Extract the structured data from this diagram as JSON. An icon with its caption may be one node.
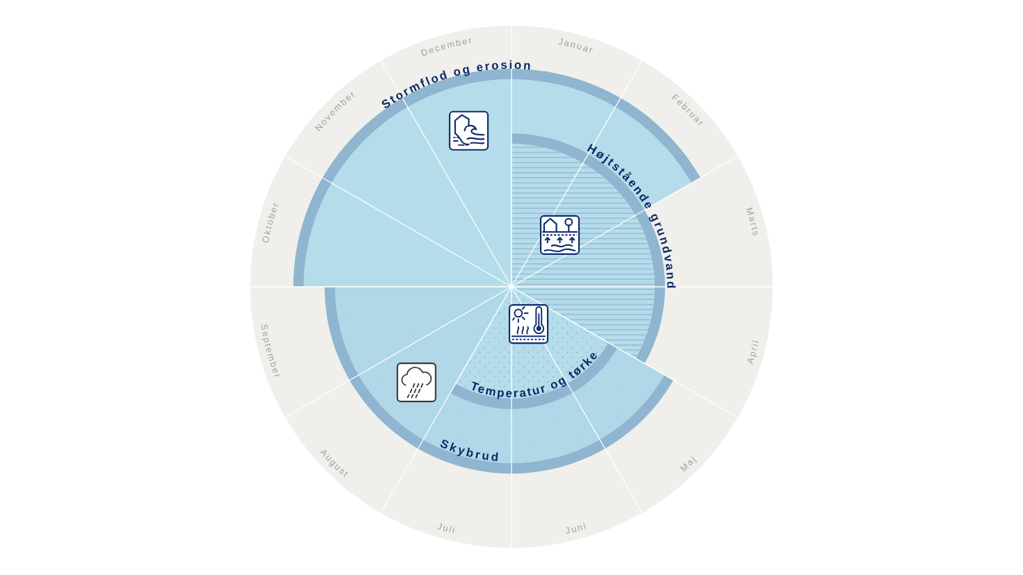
{
  "diagram": {
    "nodes": [
      {
        "text": [
          "Januar",
          "Februar",
          "Marts",
          "April",
          "Maj",
          "Juni",
          "Juli",
          "August",
          "September",
          "Oktober",
          "November",
          "December"
        ]
      },
      {
        "text": [
          "Stormflod og erosion"
        ],
        "in": 0
      },
      {
        "text": [
          "Højtstående grundvand"
        ],
        "in": 0
      },
      {
        "text": [
          "Skybrud"
        ],
        "in": 0
      },
      {
        "text": [
          "Temperatur og tørke"
        ],
        "in": 3
      }
    ]
  }
}
